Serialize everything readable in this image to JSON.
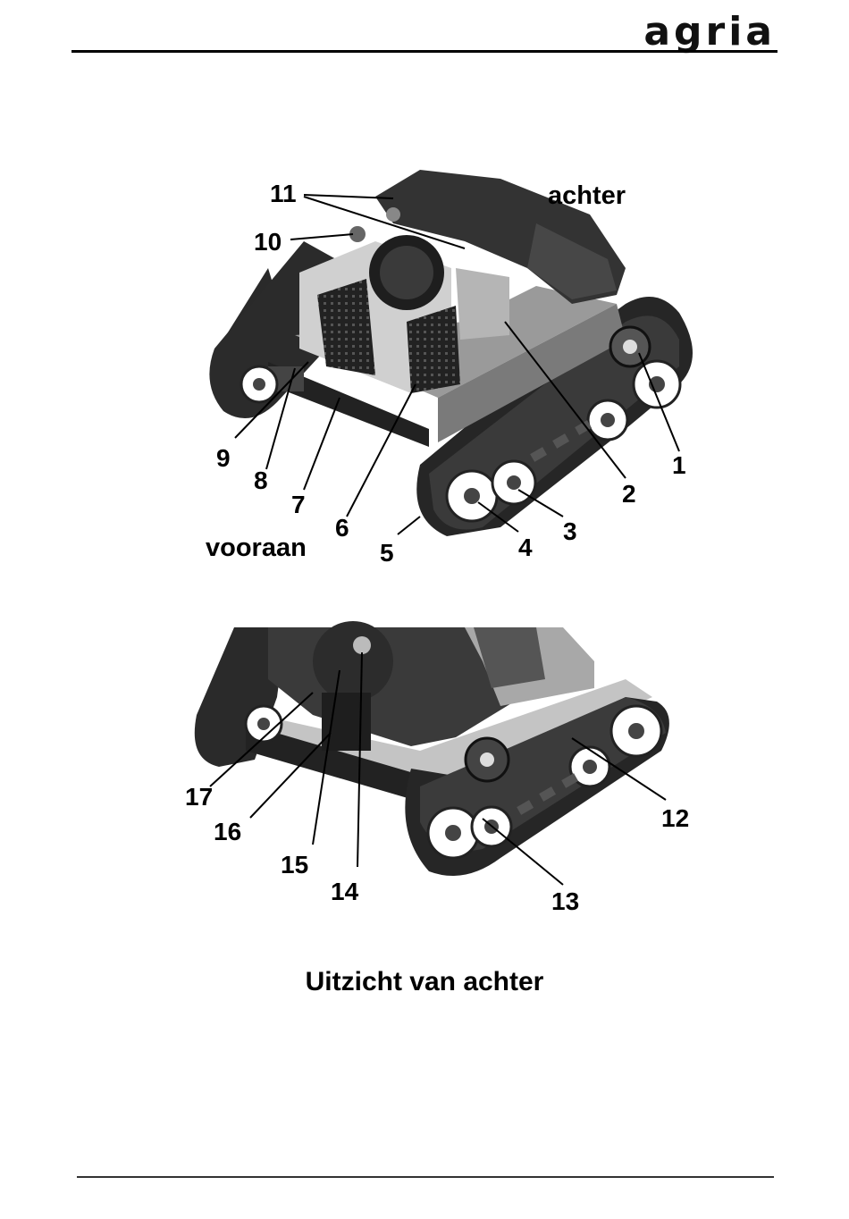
{
  "header": {
    "brand": "agria"
  },
  "top_view": {
    "labels": [
      "1",
      "2",
      "3",
      "4",
      "5",
      "6",
      "7",
      "8",
      "9",
      "10",
      "11"
    ],
    "direction_back": "achter",
    "direction_front": "vooraan"
  },
  "bottom_view": {
    "labels": [
      "12",
      "13",
      "14",
      "15",
      "16",
      "17"
    ]
  },
  "caption": "Uitzicht van achter"
}
